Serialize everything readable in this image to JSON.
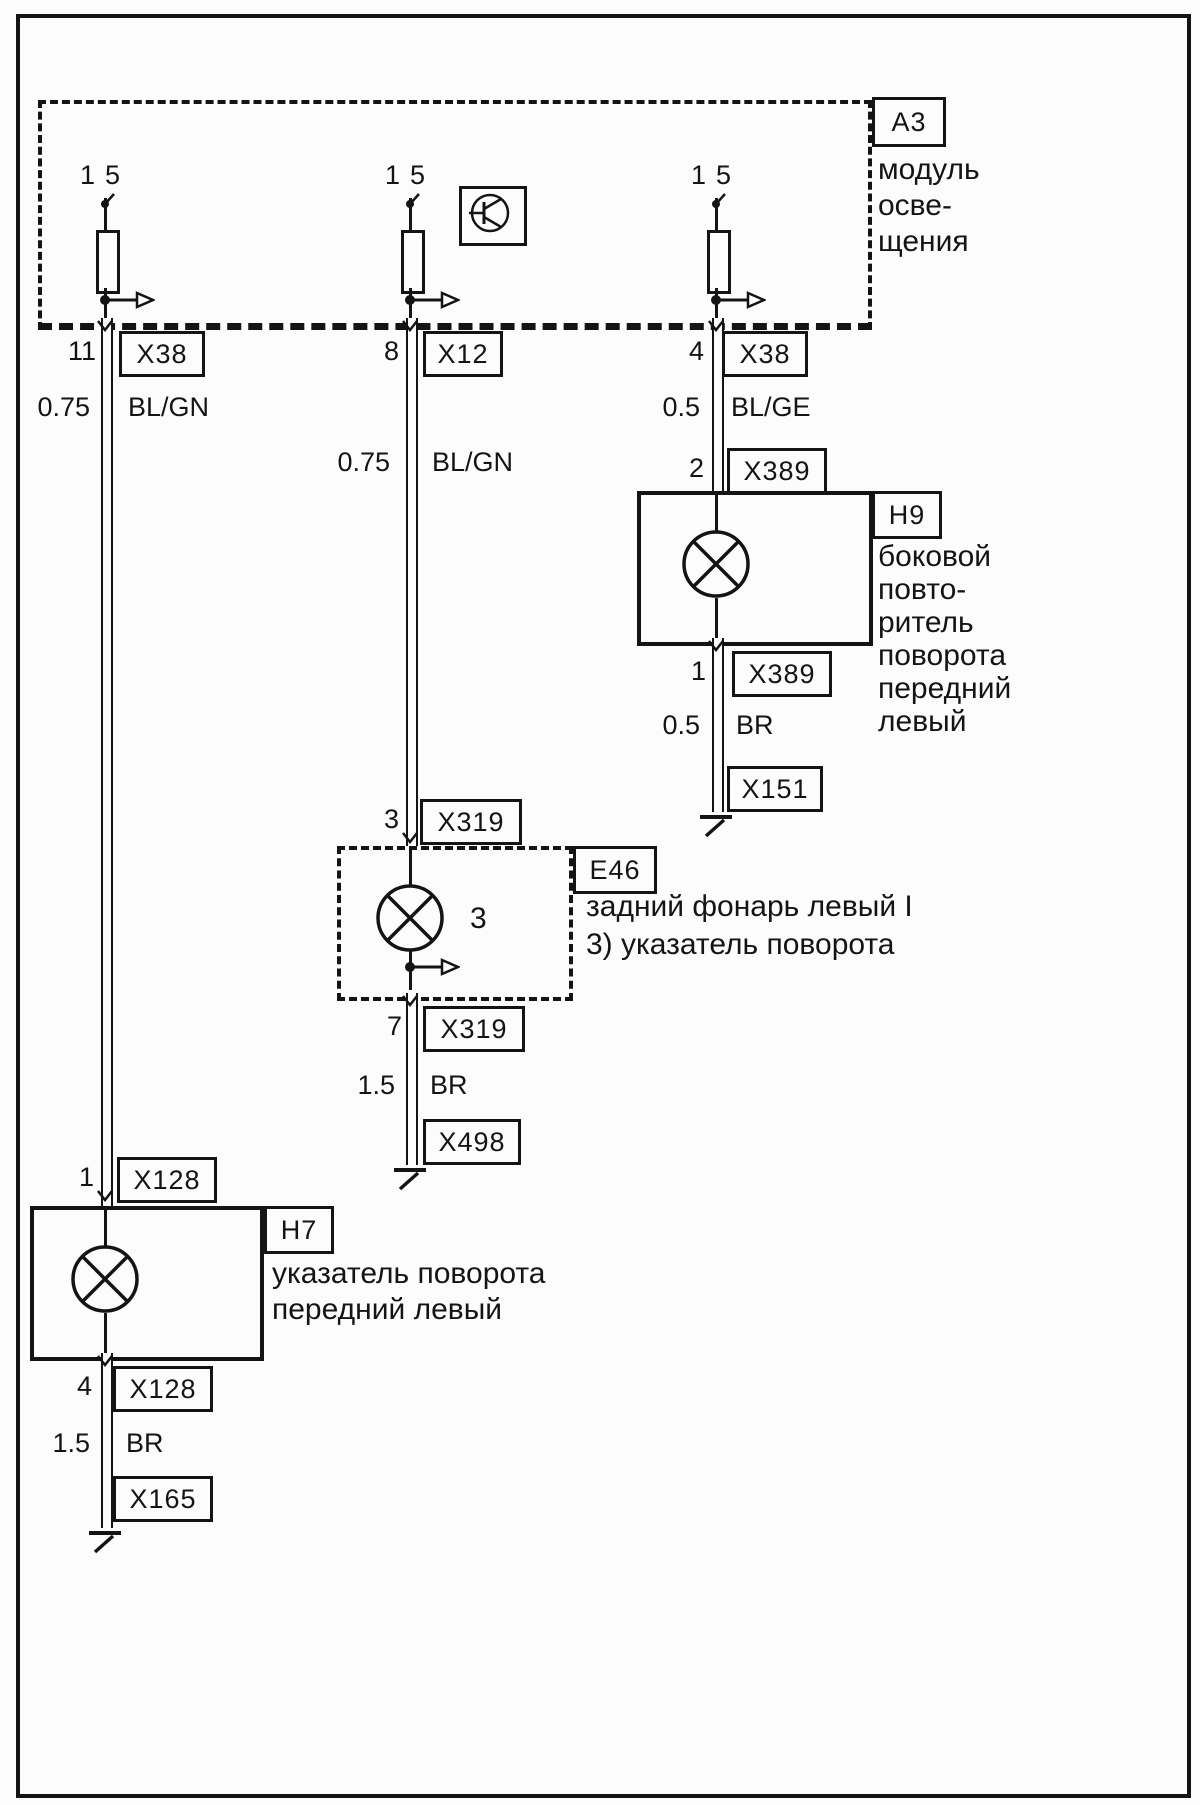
{
  "a3": {
    "id": "A3",
    "terminal": "15",
    "desc": [
      "модуль",
      "осве-",
      "щения"
    ]
  },
  "left": {
    "pin_top": "11",
    "conn_top": "X38",
    "gauge_top": "0.75",
    "color_top": "BL/GN",
    "pin_in": "1",
    "conn_in": "X128",
    "comp_id": "H7",
    "comp_desc": [
      "указатель поворота",
      "передний левый"
    ],
    "pin_out": "4",
    "conn_out": "X128",
    "gauge_bot": "1.5",
    "color_bot": "BR",
    "conn_gnd": "X165"
  },
  "mid": {
    "pin_top": "8",
    "conn_top": "X12",
    "gauge_top": "0.75",
    "color_top": "BL/GN",
    "pin_in": "3",
    "conn_in": "X319",
    "comp_id": "E46",
    "lamp_num": "3",
    "comp_desc": [
      "задний фонарь левый I",
      "3) указатель поворота"
    ],
    "pin_out": "7",
    "conn_out": "X319",
    "gauge_bot": "1.5",
    "color_bot": "BR",
    "conn_gnd": "X498"
  },
  "right": {
    "pin_top": "4",
    "conn_top": "X38",
    "gauge_top": "0.5",
    "color_top": "BL/GE",
    "pin_in": "2",
    "conn_in": "X389",
    "comp_id": "H9",
    "comp_desc": [
      "боковой",
      "повто-",
      "ритель",
      "поворота",
      "передний",
      "левый"
    ],
    "pin_out": "1",
    "conn_out": "X389",
    "gauge_bot": "0.5",
    "color_bot": "BR",
    "conn_gnd": "X151"
  },
  "colors": {
    "line": "#141414",
    "background": "#fcfcfc"
  }
}
